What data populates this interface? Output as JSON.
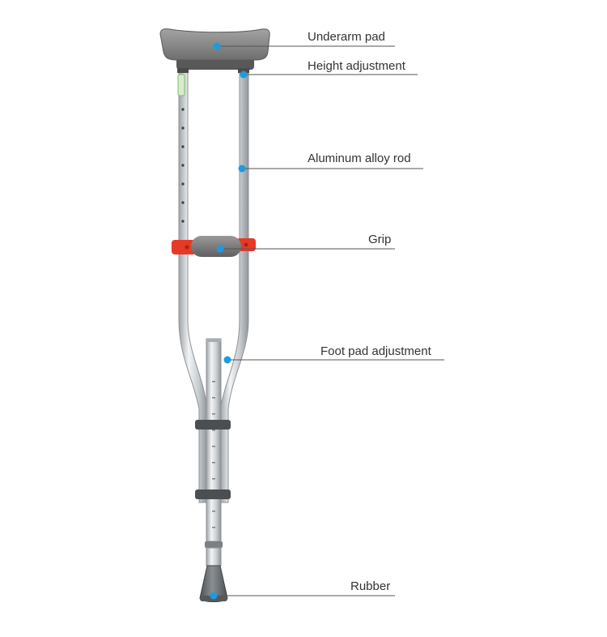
{
  "colors": {
    "callout_dot": "#1e9be0",
    "callout_line": "#555555",
    "label_text": "#333333",
    "pad_gray": "#8a8a8a",
    "rod_silver": "#cfd3d6",
    "clamp_red": "#e63a26",
    "rubber_gray": "#6b6f72"
  },
  "diagram": {
    "subject": "crutch-icon",
    "callouts": [
      {
        "id": "underarm-pad",
        "text": "Underarm pad"
      },
      {
        "id": "height-adjustment",
        "text": "Height adjustment"
      },
      {
        "id": "aluminum-alloy-rod",
        "text": "Aluminum alloy rod"
      },
      {
        "id": "grip",
        "text": "Grip"
      },
      {
        "id": "foot-pad-adjustment",
        "text": "Foot pad adjustment"
      },
      {
        "id": "rubber",
        "text": "Rubber"
      }
    ]
  }
}
